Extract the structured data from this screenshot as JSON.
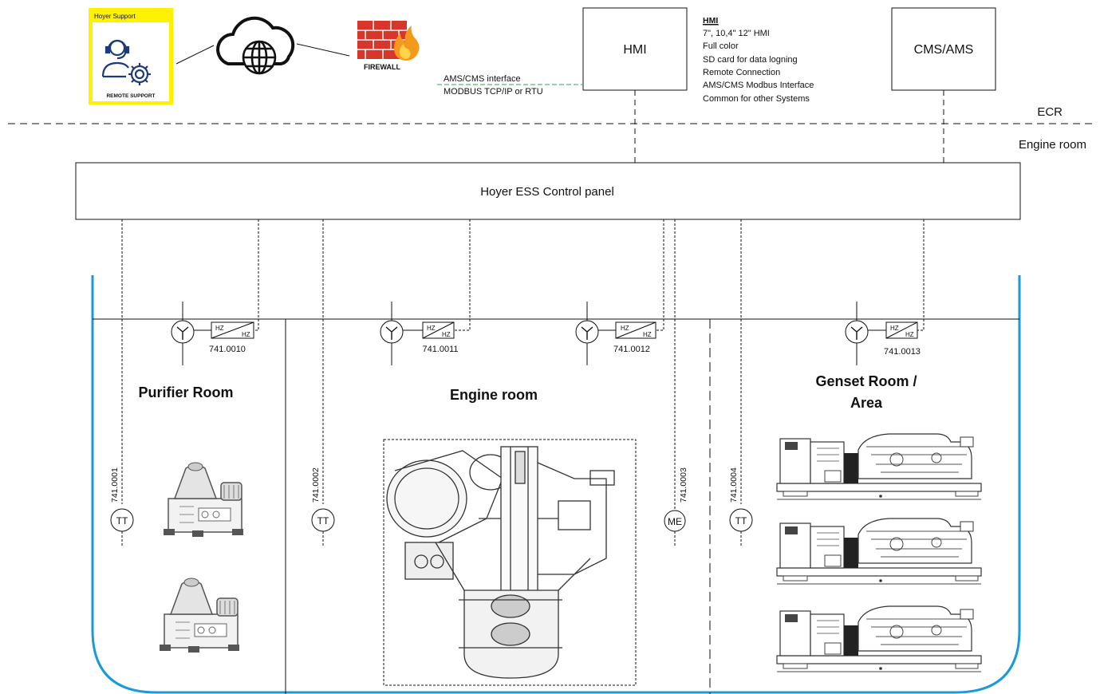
{
  "support_badge": {
    "title": "Hoyer Support",
    "caption": "REMOTE SUPPORT",
    "bg_color": "#fff200",
    "icon": "support-agent-gear-icon"
  },
  "cloud": {
    "icon": "cloud-globe-icon"
  },
  "firewall": {
    "label": "FIREWALL",
    "icon": "brick-wall-fire-icon",
    "brick_color": "#d9362b",
    "flame_color": "#f39a1e"
  },
  "ams_interface": {
    "line1": "AMS/CMS interface",
    "line2": "MODBUS TCP/IP or RTU",
    "line_color": "#2aa84a"
  },
  "hmi_box": {
    "label": "HMI"
  },
  "hmi_specs": {
    "heading": "HMI",
    "lines": [
      "7\", 10,4\" 12\" HMI",
      "Full color",
      "SD card for data logning",
      "Remote Connection",
      "AMS/CMS Modbus Interface",
      "Common for other Systems"
    ]
  },
  "cms_box": {
    "label": "CMS/AMS"
  },
  "zones": {
    "ecr": "ECR",
    "engine_room": "Engine room"
  },
  "control_panel": {
    "label": "Hoyer ESS Control panel"
  },
  "hull_color": "#1a9ad6",
  "fans": [
    {
      "tag": "741.0010",
      "vfd_top": "HZ",
      "vfd_bottom": "HZ"
    },
    {
      "tag": "741.0011",
      "vfd_top": "HZ",
      "vfd_bottom": "HZ"
    },
    {
      "tag": "741.0012",
      "vfd_top": "HZ",
      "vfd_bottom": "HZ"
    },
    {
      "tag": "741.0013",
      "vfd_top": "HZ",
      "vfd_bottom": "HZ"
    }
  ],
  "rooms": {
    "purifier": "Purifier Room",
    "engine": "Engine room",
    "genset_line1": "Genset Room /",
    "genset_line2": "Area"
  },
  "sensors": [
    {
      "symbol": "TT",
      "tag": "741.0001"
    },
    {
      "symbol": "TT",
      "tag": "741.0002"
    },
    {
      "symbol": "ME",
      "tag": "741.0003"
    },
    {
      "symbol": "TT",
      "tag": "741.0004"
    }
  ],
  "equipment": {
    "purifier_icon": "purifier-separator-icon",
    "engine_icon": "main-engine-icon",
    "genset_icon": "genset-icon"
  }
}
